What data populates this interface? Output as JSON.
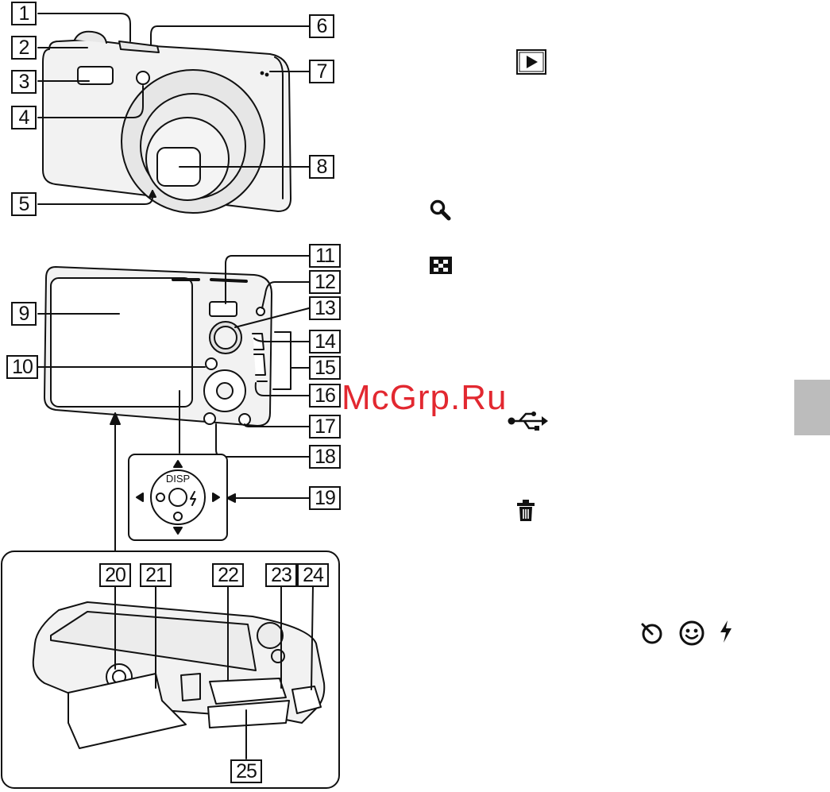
{
  "callouts": [
    "1",
    "2",
    "3",
    "4",
    "5",
    "6",
    "7",
    "8",
    "9",
    "10",
    "11",
    "12",
    "13",
    "14",
    "15",
    "16",
    "17",
    "18",
    "19",
    "20",
    "21",
    "22",
    "23",
    "24",
    "25"
  ],
  "control_pad": {
    "top_label": "DISP"
  },
  "watermark": "McGrp.Ru",
  "icons": {
    "playback": "play-icon",
    "zoom": "magnifier-icon",
    "index": "index-grid-icon",
    "usb": "usb-icon",
    "delete": "trash-icon",
    "self_timer": "self-timer-icon",
    "smile": "smile-icon",
    "flash": "flash-icon"
  },
  "colors": {
    "line": "#111111",
    "body_fill": "#f2f2f2",
    "watermark": "#e0161f",
    "side_tab": "#bcbcbc"
  }
}
